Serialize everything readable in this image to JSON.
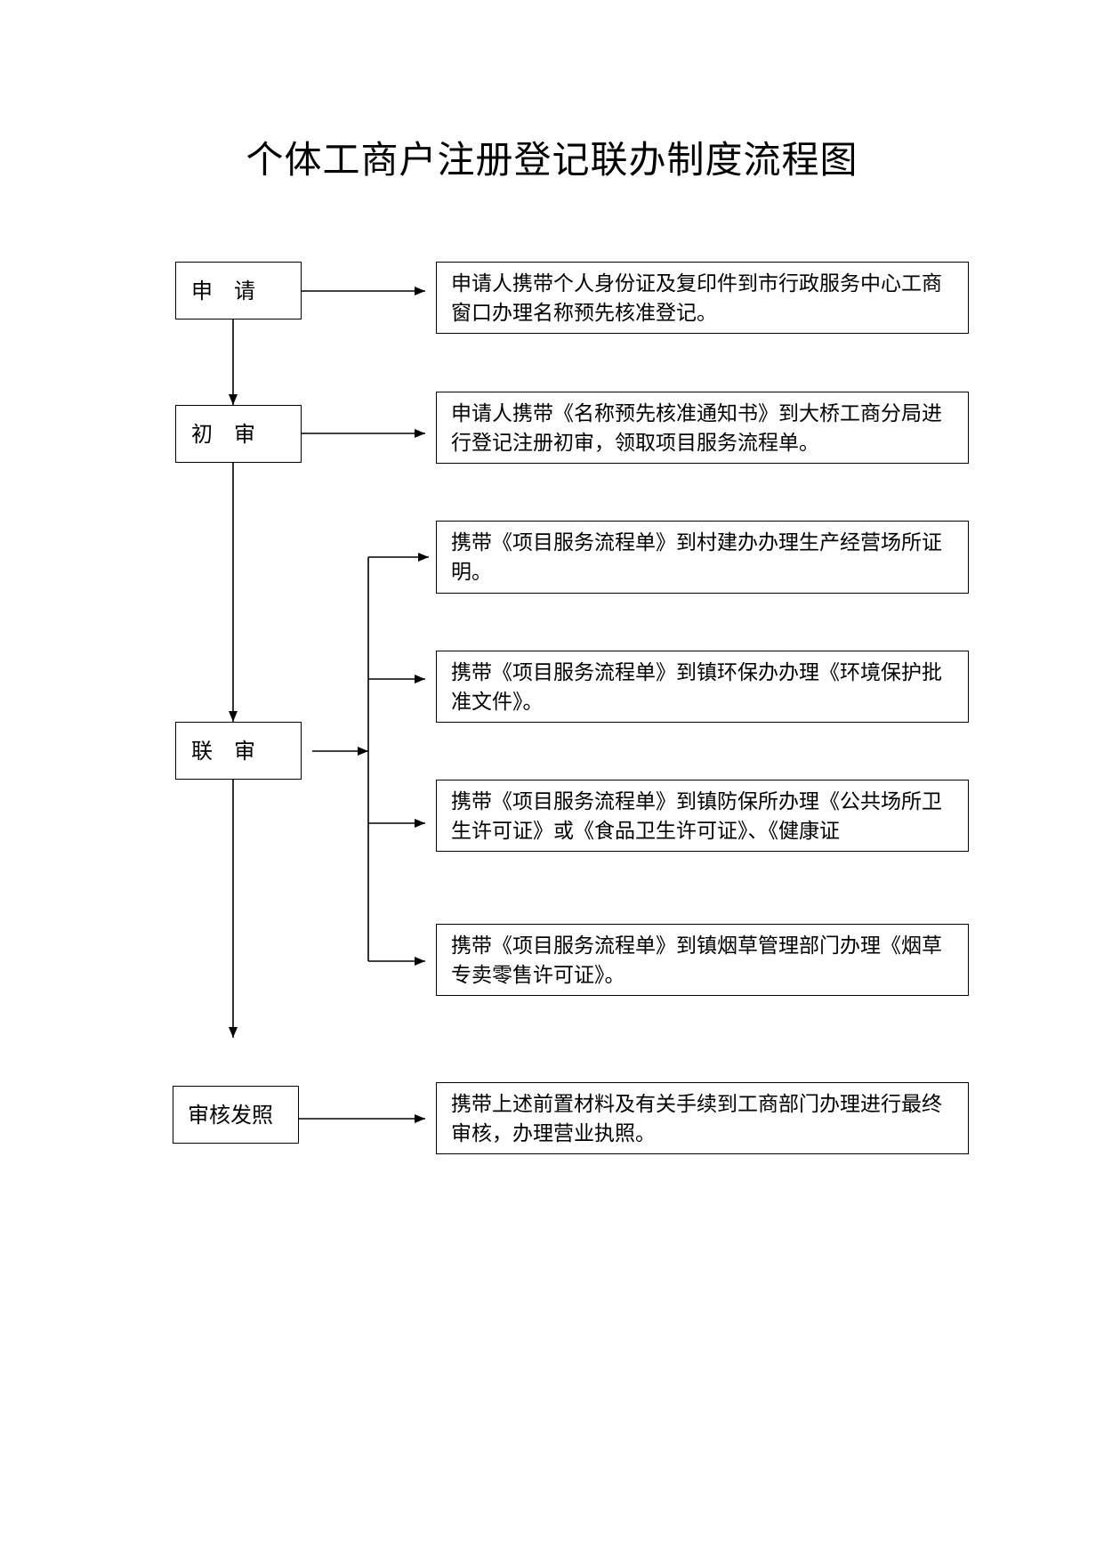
{
  "title": "个体工商户注册登记联办制度流程图",
  "stages": {
    "apply": "申　请",
    "initial_review": "初　审",
    "joint_review": "联　审",
    "approve_issue": "审核发照"
  },
  "descriptions": {
    "apply": "申请人携带个人身份证及复印件到市行政服务中心工商窗口办理名称预先核准登记。",
    "initial_review": "申请人携带《名称预先核准通知书》到大桥工商分局进行登记注册初审，领取项目服务流程单。",
    "joint_village": "携带《项目服务流程单》到村建办办理生产经营场所证明。",
    "joint_environment": "携带《项目服务流程单》到镇环保办办理《环境保护批准文件》。",
    "joint_health": "携带《项目服务流程单》到镇防保所办理《公共场所卫生许可证》或《食品卫生许可证》、《健康证",
    "joint_tobacco": "携带《项目服务流程单》到镇烟草管理部门办理《烟草专卖零售许可证》。",
    "approve_issue": "携带上述前置材料及有关手续到工商部门办理进行最终审核，办理营业执照。"
  }
}
